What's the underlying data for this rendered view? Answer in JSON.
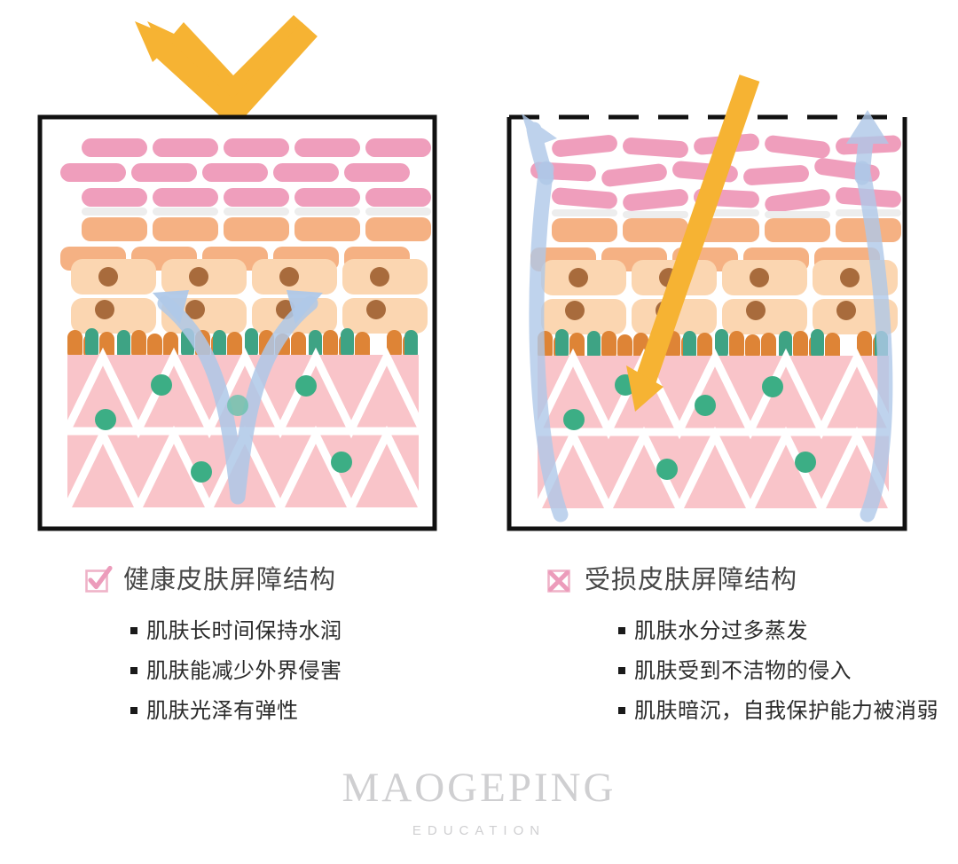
{
  "panels": [
    {
      "id": "healthy",
      "status_icon": "checkbox-check-icon",
      "title": "健康皮肤屏障结构",
      "bullets": [
        "肌肤长时间保持水润",
        "肌肤能减少外界侵害",
        "肌肤光泽有弹性"
      ],
      "diagram": {
        "border_top_style": "solid",
        "uv_arrow": "deflected-off-surface",
        "moisture_arrows": "retained-fountain-inside-skin",
        "corneocyte_alignment": "ordered"
      }
    },
    {
      "id": "damaged",
      "status_icon": "checkbox-cross-icon",
      "title": "受损皮肤屏障结构",
      "bullets": [
        "肌肤水分过多蒸发",
        "肌肤受到不洁物的侵入",
        "肌肤暗沉，自我保护能力被消弱"
      ],
      "diagram": {
        "border_top_style": "dashed",
        "uv_arrow": "penetrating-into-dermis",
        "moisture_arrows": "escaping-upward-out-of-skin",
        "corneocyte_alignment": "disordered"
      }
    }
  ],
  "footer": {
    "wordmark": "MAOGEPING",
    "subtext": "EDUCATION"
  },
  "colors": {
    "uv_arrow": "#F6B333",
    "moisture_arrow": "#AFC8E8",
    "corneocyte_pink": "#EF9EBC",
    "granular_orange": "#F5B183",
    "spinous_peach": "#FBD6B1",
    "nucleus_brown": "#A86B3C",
    "barrier_orange": "#DE8436",
    "barrier_green": "#3EA384",
    "dermis_pink": "#F9C4C9",
    "dermis_dot_green": "#3CAE85",
    "status_icon_pink": "#EFA9C2",
    "title_text": "#474747",
    "bullet_text": "#2b2b2b",
    "logo_gray": "#cfcfd1",
    "frame_black": "#111111"
  }
}
